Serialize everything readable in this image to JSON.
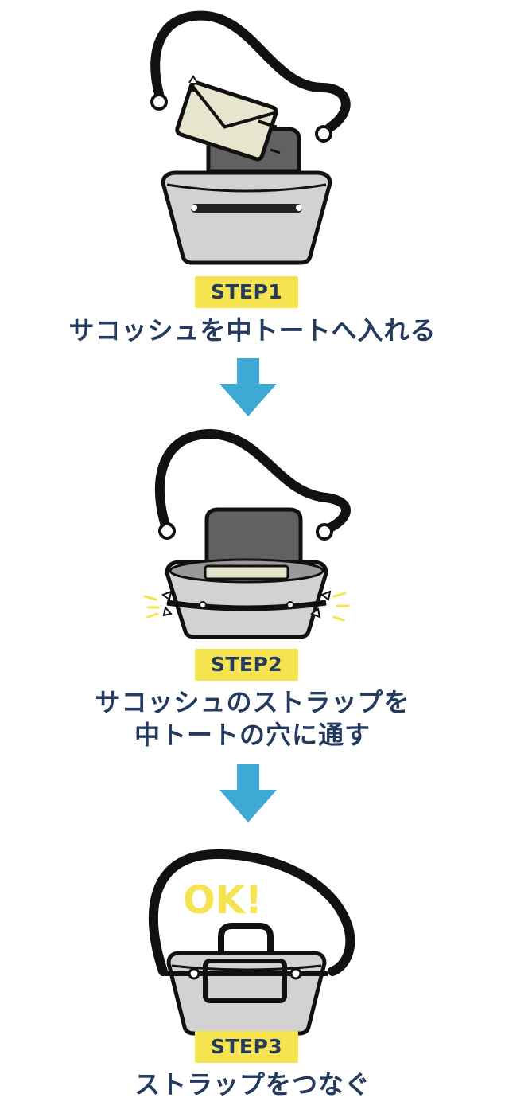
{
  "steps": [
    {
      "badge": "STEP1",
      "lines": [
        "サコッシュを中トートへ入れる"
      ]
    },
    {
      "badge": "STEP2",
      "lines": [
        "サコッシュのストラップを",
        "中トートの穴に通す"
      ]
    },
    {
      "badge": "STEP3",
      "lines": [
        "ストラップをつなぐ"
      ]
    }
  ],
  "ok_text": "OK!",
  "colors": {
    "badge_bg": "#f6e350",
    "text": "#243a5e",
    "arrow": "#3ea9d4",
    "bag_light": "#d2d2d2",
    "bag_dark": "#616161",
    "pouch": "#e8e5cf",
    "ok": "#f6e350"
  }
}
